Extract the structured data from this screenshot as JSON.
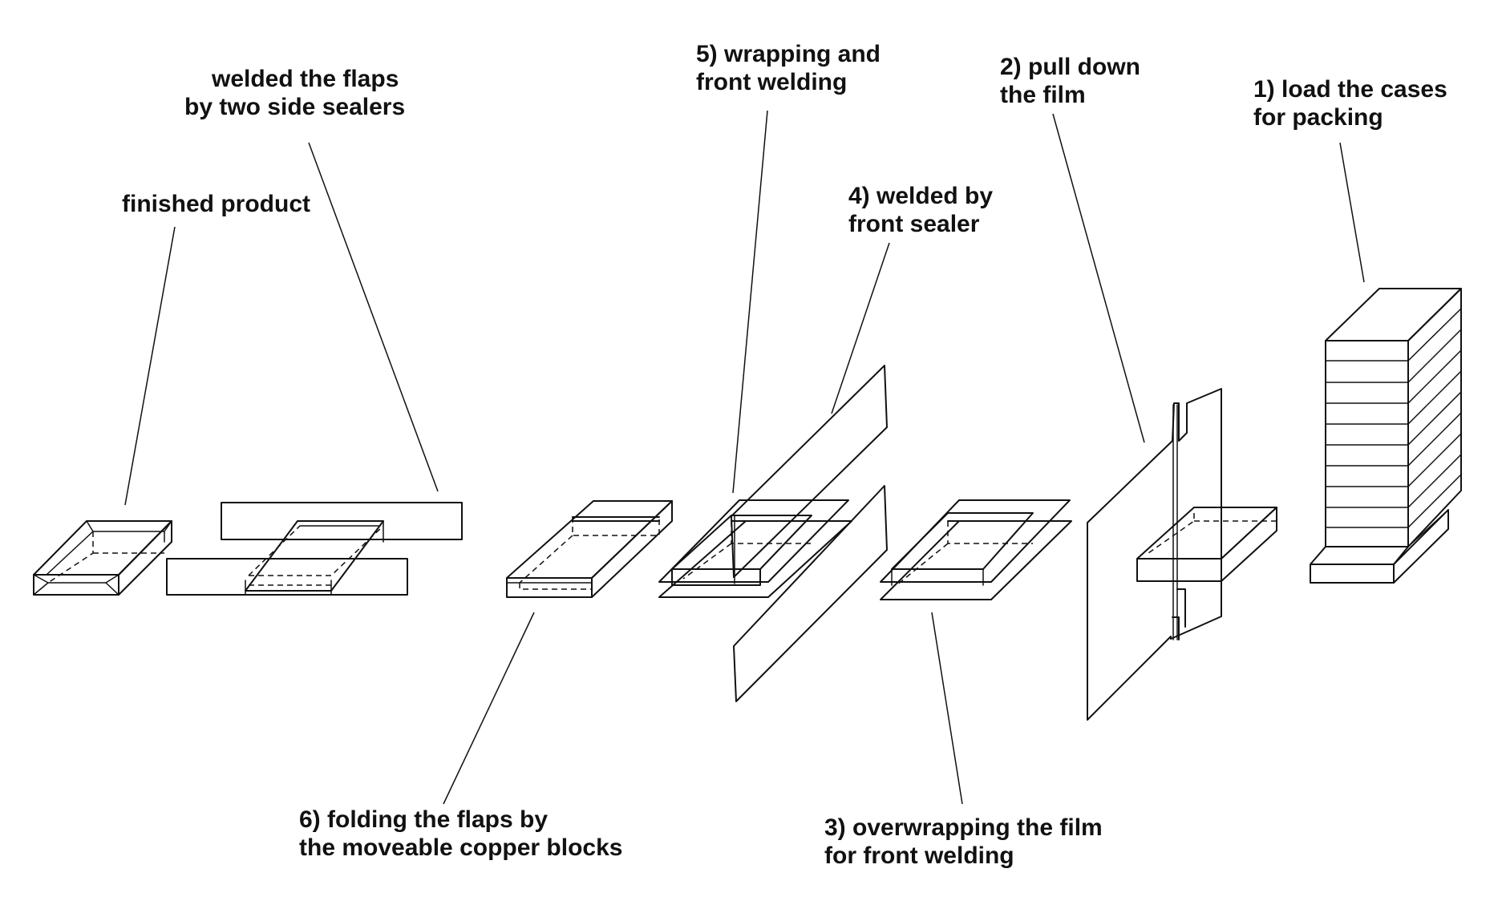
{
  "labels": {
    "finished_product": [
      "finished product"
    ],
    "side_sealers": [
      "welded the flaps",
      "by two side sealers"
    ],
    "step1": [
      "1) load the cases",
      "for packing"
    ],
    "step2": [
      "2) pull down",
      "the film"
    ],
    "step3": [
      "3) overwrapping the film",
      "for front welding"
    ],
    "step4": [
      "4) welded by",
      "front sealer"
    ],
    "step5": [
      "5) wrapping and",
      "front welding"
    ],
    "step6": [
      "6) folding the flaps by",
      "the moveable copper blocks"
    ]
  },
  "colors": {
    "line": "#111111",
    "background": "#ffffff"
  }
}
